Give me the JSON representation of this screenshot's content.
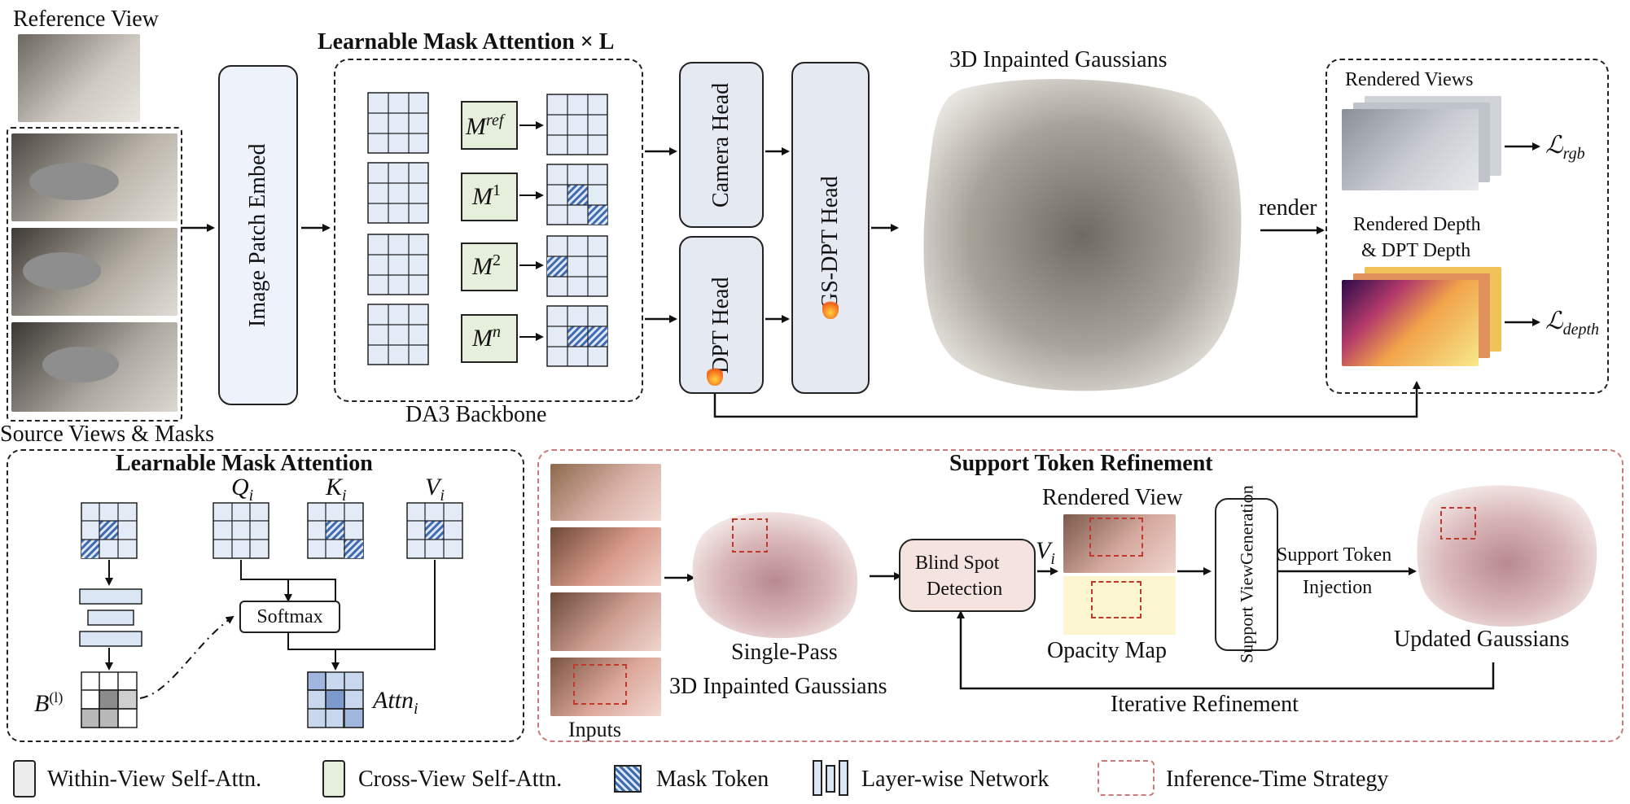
{
  "top": {
    "reference_view": "Reference View",
    "source_views": "Source Views & Masks",
    "image_patch_embed": "Image Patch Embed",
    "lma_title": "Learnable Mask Attention × L",
    "backbone": "DA3 Backbone",
    "masks": [
      "M",
      "M",
      "M",
      "M"
    ],
    "mask_sups": [
      "ref",
      "1",
      "2",
      "n"
    ],
    "camera_head": "Camera Head",
    "dpt_head": "DPT Head",
    "gs_dpt_head": "GS-DPT Head",
    "gaussians_title": "3D Inpainted Gaussians",
    "render": "render",
    "rendered_views": "Rendered Views",
    "rendered_depth_1": "Rendered Depth",
    "rendered_depth_2": "& DPT Depth",
    "loss_rgb": "ℒ",
    "loss_rgb_sub": "rgb",
    "loss_depth": "ℒ",
    "loss_depth_sub": "depth"
  },
  "lma": {
    "title": "Learnable Mask Attention",
    "q": "Q",
    "q_sub": "i",
    "k": "K",
    "k_sub": "i",
    "v": "V",
    "v_sub": "i",
    "softmax": "Softmax",
    "b": "B",
    "b_sup": "(l)",
    "attn": "Attn",
    "attn_sub": "i"
  },
  "str": {
    "title": "Support Token Refinement",
    "inputs": "Inputs",
    "single_pass_1": "Single-Pass",
    "single_pass_2": "3D Inpainted Gaussians",
    "blind_spot_1": "Blind Spot",
    "blind_spot_2": "Detection",
    "v": "V",
    "v_sub": "i",
    "rendered_view": "Rendered View",
    "opacity_map": "Opacity Map",
    "svg_gen_1": "Support View",
    "svg_gen_2": "Generation",
    "inject_1": "Support Token",
    "inject_2": "Injection",
    "updated": "Updated Gaussians",
    "iterative": "Iterative Refinement"
  },
  "legend": {
    "within": "Within-View Self-Attn.",
    "cross": "Cross-View Self-Attn.",
    "mask_token": "Mask Token",
    "layerwise": "Layer-wise Network",
    "inference": "Inference-Time Strategy"
  },
  "colors": {
    "gray_panel": "#ececec",
    "green_panel": "#e6efdc",
    "blue_cell": "#e3ebf7",
    "head_fill": "#e4e9f2",
    "mask_blue": "#3f6bb3",
    "blind_spot_fill": "#f5e3df",
    "red_dash": "#c97a7a"
  }
}
